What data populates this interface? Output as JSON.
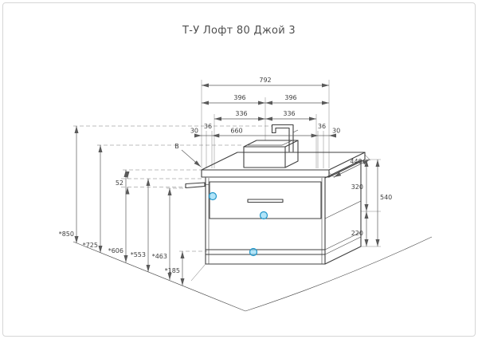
{
  "title": "Т-У Лофт 80 Джой 3",
  "dims": {
    "overall_width": "792",
    "half_left": "396",
    "half_right": "396",
    "inner_left": "336",
    "inner_right": "336",
    "edge_left_outer": "30",
    "edge_left_inner": "36",
    "inner_width": "660",
    "edge_right_inner": "36",
    "edge_right_outer": "30",
    "depth": "440",
    "upper_height": "320",
    "side_height": "540",
    "lower_height": "220",
    "rail_offset": "52",
    "h_faucet": "*850",
    "h_sink": "*725",
    "h_counter": "*606",
    "h_counter_bottom": "*553",
    "h_rail": "*463",
    "h_shelf": "*185",
    "view_label": "B"
  },
  "colors": {
    "line": "#3f3f3f",
    "dimension": "#5a5a5a",
    "callout_dot_fill": "#7fd4f5",
    "callout_dot_stroke": "#2196c9"
  }
}
